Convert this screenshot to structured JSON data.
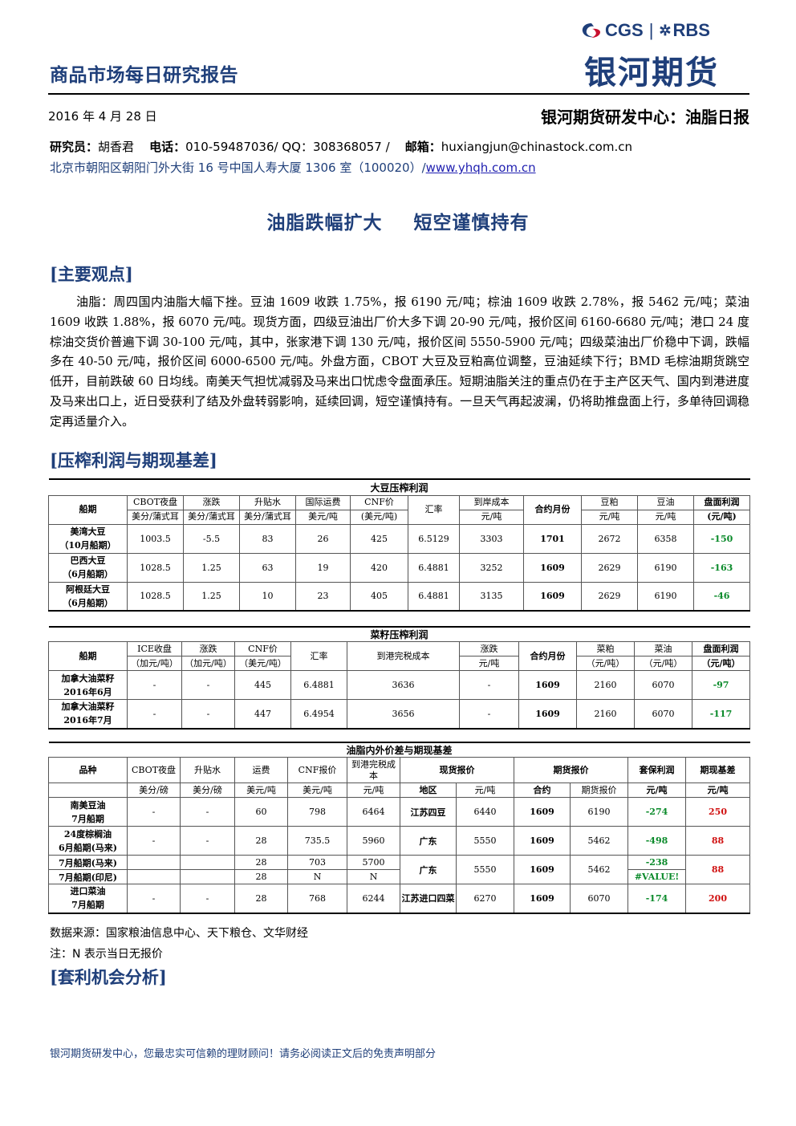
{
  "header": {
    "report_title": "商品市场每日研究报告",
    "logo_cgs": "CGS",
    "logo_rbs": "RBS",
    "logo_cn": "银河期货",
    "date": "2016 年 4 月 28 日",
    "center_name": "银河期货研发中心：油脂日报"
  },
  "contact": {
    "researcher_label": "研究员：",
    "researcher": "胡香君",
    "phone_label": "电话：",
    "phone": "010-59487036/ QQ：308368057 /",
    "email_label": "邮箱：",
    "email": "huxiangjun@chinastock.com.cn",
    "address": "北京市朝阳区朝阳门外大街 16 号中国人寿大厦 1306 室（100020）/",
    "website": "www.yhqh.com.cn"
  },
  "headline": "油脂跌幅扩大 短空谨慎持有",
  "sections": {
    "main_view": "[主要观点]",
    "crush": "[压榨利润与期现基差]",
    "arbitrage": "[套利机会分析]"
  },
  "main_paragraph": "油脂：周四国内油脂大幅下挫。豆油 1609 收跌 1.75%，报 6190 元/吨；棕油 1609 收跌 2.78%，报 5462 元/吨；菜油 1609 收跌 1.88%，报 6070 元/吨。现货方面，四级豆油出厂价大多下调 20-90 元/吨，报价区间 6160-6680 元/吨；港口 24 度棕油交货价普遍下调 30-100 元/吨，其中，张家港下调 130 元/吨，报价区间 5550-5900 元/吨；四级菜油出厂价稳中下调，跌幅多在 40-50 元/吨，报价区间 6000-6500 元/吨。外盘方面，CBOT 大豆及豆粕高位调整，豆油延续下行；BMD 毛棕油期货跳空低开，目前跌破 60 日均线。南美天气担忧减弱及马来出口忧虑令盘面承压。短期油脂关注的重点仍在于主产区天气、国内到港进度及马来出口上，近日受获利了结及外盘转弱影响，延续回调，短空谨慎持有。一旦天气再起波澜，仍将助推盘面上行，多单待回调稳定再适量介入。",
  "table1": {
    "caption": "大豆压榨利润",
    "h1": [
      "船期",
      "CBOT夜盘",
      "涨跌",
      "升贴水",
      "国际运费",
      "CNF价",
      "汇率",
      "到岸成本",
      "合约月份",
      "豆粕",
      "豆油",
      "盘面利润"
    ],
    "h2": [
      "美分/蒲式耳",
      "美分/蒲式耳",
      "美分/蒲式耳",
      "美元/吨",
      "(美元/吨)",
      "元/吨",
      "元/吨",
      "元/吨",
      "(元/吨)"
    ],
    "rows": [
      {
        "n1": "美湾大豆",
        "n2": "（10月船期）",
        "v": [
          "1003.5",
          "-5.5",
          "83",
          "26",
          "425",
          "6.5129",
          "3303",
          "1701",
          "2672",
          "6358",
          "-150"
        ]
      },
      {
        "n1": "巴西大豆",
        "n2": "（6月船期）",
        "v": [
          "1028.5",
          "1.25",
          "63",
          "19",
          "420",
          "6.4881",
          "3252",
          "1609",
          "2629",
          "6190",
          "-163"
        ]
      },
      {
        "n1": "阿根廷大豆",
        "n2": "（6月船期）",
        "v": [
          "1028.5",
          "1.25",
          "10",
          "23",
          "405",
          "6.4881",
          "3135",
          "1609",
          "2629",
          "6190",
          "-46"
        ]
      }
    ]
  },
  "table2": {
    "caption": "菜籽压榨利润",
    "h1": [
      "船期",
      "ICE收盘",
      "涨跌",
      "CNF价",
      "汇率",
      "到港完税成本",
      "涨跌",
      "合约月份",
      "菜粕",
      "菜油",
      "盘面利润"
    ],
    "h2": [
      "（加元/吨）",
      "（加元/吨）",
      "（美元/吨）",
      "元/吨",
      "（元/吨）",
      "（元/吨）",
      "（元/吨）"
    ],
    "rows": [
      {
        "n1": "加拿大油菜籽",
        "n2": "2016年6月",
        "v": [
          "-",
          "-",
          "445",
          "6.4881",
          "3636",
          "-",
          "1609",
          "2160",
          "6070",
          "-97"
        ]
      },
      {
        "n1": "加拿大油菜籽",
        "n2": "2016年7月",
        "v": [
          "-",
          "-",
          "447",
          "6.4954",
          "3656",
          "-",
          "1609",
          "2160",
          "6070",
          "-117"
        ]
      }
    ]
  },
  "table3": {
    "caption": "油脂内外价差与期现基差",
    "h1": [
      "品种",
      "CBOT夜盘",
      "升贴水",
      "运费",
      "CNF报价",
      "到港完税成本",
      "现货报价",
      "期货报价",
      "套保利润",
      "期现基差"
    ],
    "h2": [
      "美分/磅",
      "美分/磅",
      "美元/吨",
      "美元/吨",
      "元/吨",
      "地区",
      "元/吨",
      "合约",
      "期货报价",
      "元/吨",
      "元/吨"
    ],
    "rows": [
      {
        "n1": "南美豆油",
        "n2": "7月船期",
        "v": [
          "-",
          "-",
          "60",
          "798",
          "6464",
          "江苏四豆",
          "6440",
          "1609",
          "6190",
          "-274",
          "250"
        ]
      },
      {
        "n1": "24度棕榈油",
        "n2": "6月船期(马来)",
        "v": [
          "-",
          "-",
          "28",
          "735.5",
          "5960",
          "广东",
          "5550",
          "1609",
          "5462",
          "-498",
          "88"
        ]
      },
      {
        "n1": "7月船期(马来)",
        "n2": "7月船期(印尼)",
        "v": [
          "28",
          "703",
          "5700",
          "28",
          "N",
          "N",
          "广东",
          "5550",
          "1609",
          "5462",
          "-238",
          "#VALUE!",
          "88"
        ]
      },
      {
        "n1": "进口菜油",
        "n2": "7月船期",
        "v": [
          "-",
          "-",
          "28",
          "768",
          "6244",
          "江苏进口四菜",
          "6270",
          "1609",
          "6070",
          "-174",
          "200"
        ]
      }
    ]
  },
  "notes": {
    "source": "数据来源：国家粮油信息中心、天下粮仓、文华财经",
    "n_note": "注：N 表示当日无报价"
  },
  "footer": "银河期货研发中心，您最忠实可信赖的理财顾问！请务必阅读正文后的免责声明部分",
  "colors": {
    "navy": "#1f3f7a",
    "profit_green": "#0a8a2a",
    "basis_red": "#d01010",
    "link": "#1f1fb0"
  }
}
